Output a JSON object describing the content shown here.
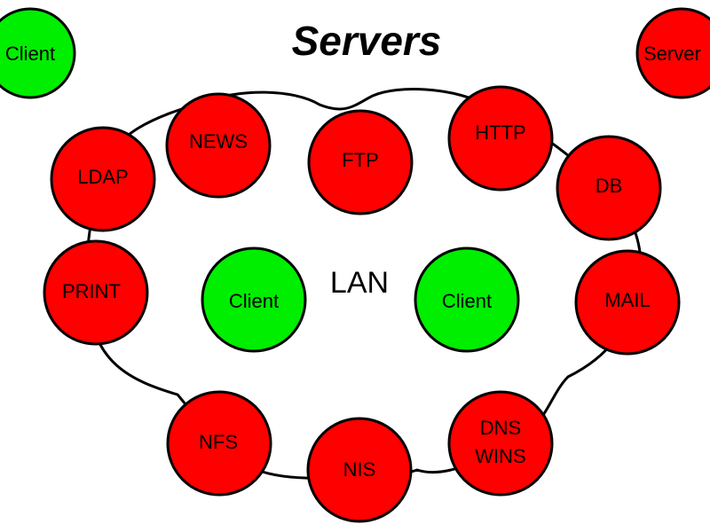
{
  "title": "Servers",
  "network_label": "LAN",
  "colors": {
    "server_fill": "#ff0000",
    "client_fill": "#00ee00",
    "outline": "#000000",
    "background": "#ffffff"
  },
  "legend": {
    "client": "Client",
    "server": "Server"
  },
  "servers": {
    "news": "NEWS",
    "ftp": "FTP",
    "http": "HTTP",
    "ldap": "LDAP",
    "db": "DB",
    "print": "PRINT",
    "mail": "MAIL",
    "nfs": "NFS",
    "nis": "NIS",
    "dns": "DNS",
    "wins": "WINS"
  },
  "clients": {
    "left": "Client",
    "right": "Client"
  }
}
